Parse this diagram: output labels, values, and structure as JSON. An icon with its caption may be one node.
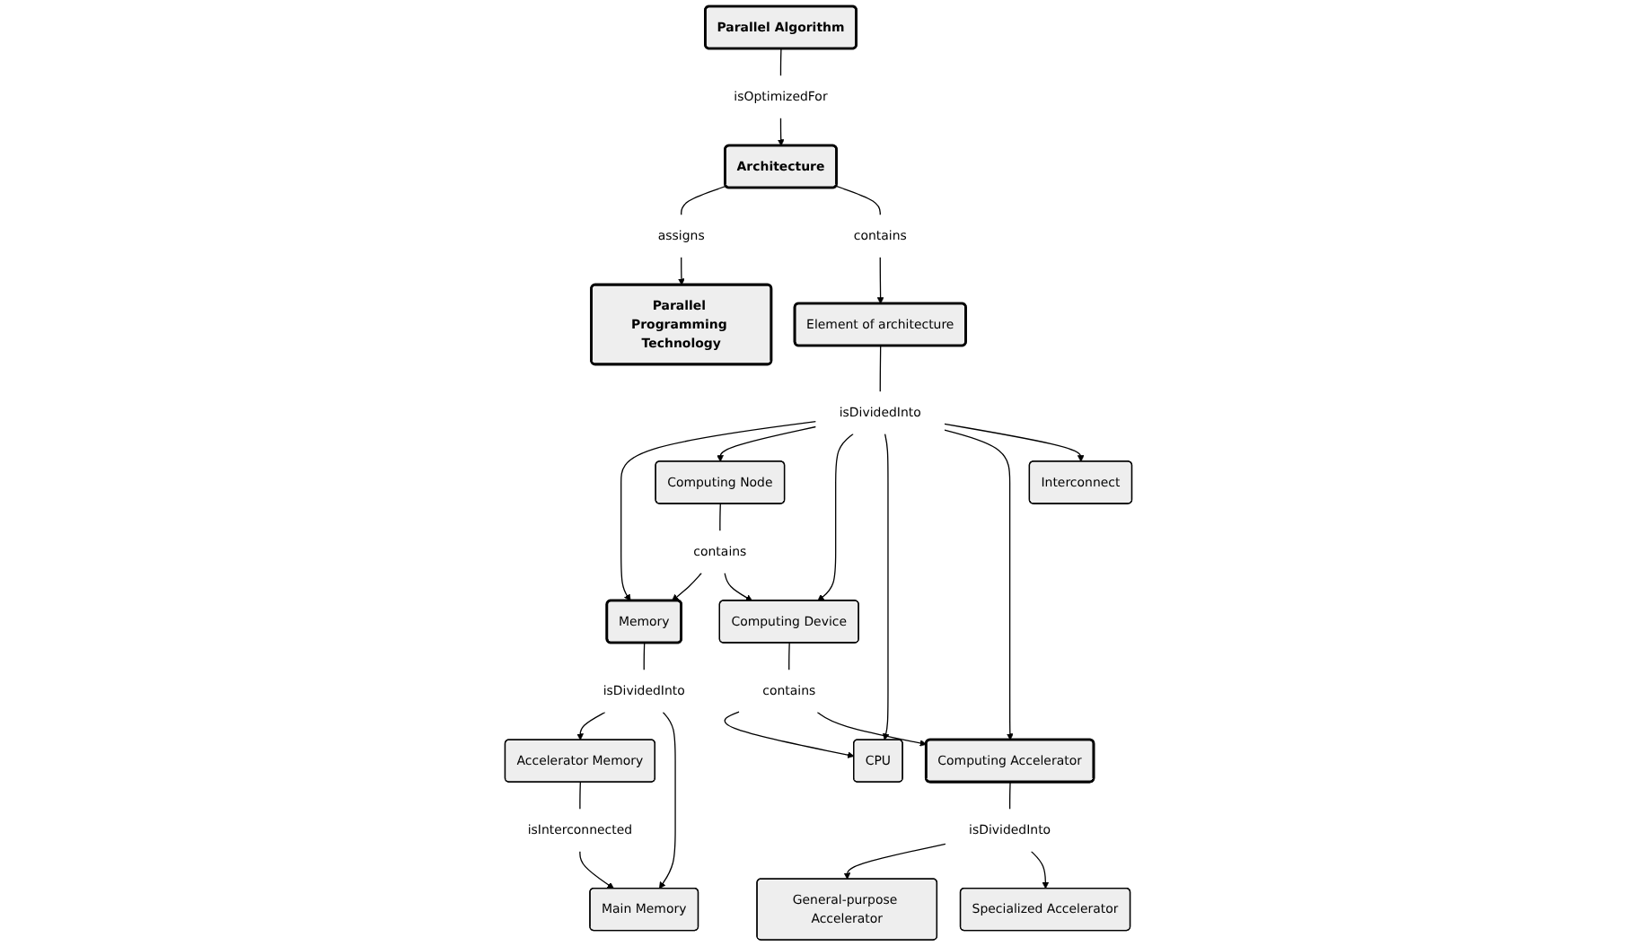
{
  "diagram": {
    "nodes": [
      {
        "text": [
          "Parallel Algorithm"
        ]
      },
      {
        "text": [
          "Parallel Programming Technology"
        ]
      },
      {
        "text": [
          "isOptimizedFor"
        ]
      },
      {
        "text": [
          "Architecture"
        ]
      },
      {
        "text": [
          "assigns"
        ]
      },
      {
        "text": [
          "contains"
        ]
      },
      {
        "text": [
          "Element of architecture"
        ]
      },
      {
        "text": [
          "isDividedInto"
        ]
      },
      {
        "text": [
          "Memory"
        ]
      },
      {
        "text": [
          "Interconnect"
        ]
      },
      {
        "text": [
          "Computing Node"
        ]
      },
      {
        "text": [
          "CPU"
        ]
      },
      {
        "text": [
          "Computing Accelerator"
        ]
      },
      {
        "text": [
          "isDividedInto"
        ]
      },
      {
        "text": [
          "contains"
        ]
      },
      {
        "text": [
          "contains"
        ]
      },
      {
        "text": [
          "isDividedInto"
        ]
      },
      {
        "text": [
          "Accelerator Memory"
        ]
      },
      {
        "text": [
          "Main Memory"
        ]
      },
      {
        "text": [
          "Computing Device"
        ]
      },
      {
        "text": [
          "General-purpose Accelerator"
        ]
      },
      {
        "text": [
          "Specialized Accelerator"
        ]
      },
      {
        "text": [
          "isInterconnected"
        ]
      }
    ],
    "edges": [
      {
        "from": 0,
        "to": 2,
        "arrow": "none"
      },
      {
        "from": 2,
        "to": 3,
        "arrow": "to"
      },
      {
        "from": 3,
        "to": 4,
        "arrow": "none"
      },
      {
        "from": 4,
        "to": 1,
        "arrow": "to"
      },
      {
        "from": 3,
        "to": 5,
        "arrow": "none"
      },
      {
        "from": 5,
        "to": 6,
        "arrow": "to"
      },
      {
        "from": 6,
        "to": 7,
        "arrow": "none"
      },
      {
        "from": 7,
        "to": 8,
        "arrow": "to"
      },
      {
        "from": 7,
        "to": 10,
        "arrow": "to"
      },
      {
        "from": 7,
        "to": 19,
        "arrow": "to"
      },
      {
        "from": 7,
        "to": 11,
        "arrow": "to"
      },
      {
        "from": 7,
        "to": 12,
        "arrow": "to"
      },
      {
        "from": 7,
        "to": 9,
        "arrow": "to"
      },
      {
        "from": 8,
        "to": 13,
        "arrow": "none"
      },
      {
        "from": 13,
        "to": 17,
        "arrow": "to"
      },
      {
        "from": 13,
        "to": 18,
        "arrow": "to"
      },
      {
        "from": 10,
        "to": 14,
        "arrow": "none"
      },
      {
        "from": 14,
        "to": 8,
        "arrow": "to"
      },
      {
        "from": 14,
        "to": 19,
        "arrow": "to"
      },
      {
        "from": 19,
        "to": 15,
        "arrow": "none"
      },
      {
        "from": 15,
        "to": 11,
        "arrow": "to"
      },
      {
        "from": 15,
        "to": 12,
        "arrow": "to"
      },
      {
        "from": 12,
        "to": 16,
        "arrow": "none"
      },
      {
        "from": 16,
        "to": 20,
        "arrow": "to"
      },
      {
        "from": 16,
        "to": 21,
        "arrow": "to"
      },
      {
        "from": 17,
        "to": 22,
        "arrow": "none"
      },
      {
        "from": 22,
        "to": 18,
        "arrow": "to"
      }
    ]
  }
}
